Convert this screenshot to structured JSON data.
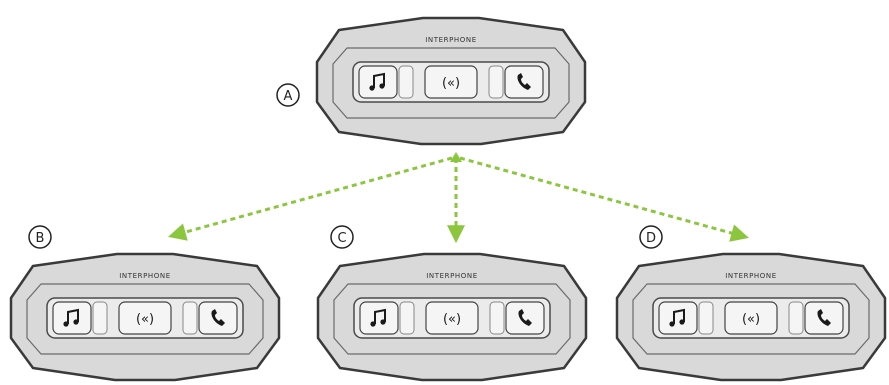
{
  "diagram": {
    "units": [
      {
        "id": "A",
        "label": "A",
        "brand": "INTERPHONE",
        "buttons": [
          "music-icon",
          "intercom-icon",
          "phone-icon"
        ]
      },
      {
        "id": "B",
        "label": "B",
        "brand": "INTERPHONE",
        "buttons": [
          "music-icon",
          "intercom-icon",
          "phone-icon"
        ]
      },
      {
        "id": "C",
        "label": "C",
        "brand": "INTERPHONE",
        "buttons": [
          "music-icon",
          "intercom-icon",
          "phone-icon"
        ]
      },
      {
        "id": "D",
        "label": "D",
        "brand": "INTERPHONE",
        "buttons": [
          "music-icon",
          "intercom-icon",
          "phone-icon"
        ]
      }
    ],
    "connections": [
      {
        "from": "A",
        "to": "B"
      },
      {
        "from": "A",
        "to": "C"
      },
      {
        "from": "A",
        "to": "D"
      }
    ],
    "colors": {
      "connector": "#8cc63f",
      "device_body": "#d9d9d9",
      "device_outline": "#3a3a3a",
      "button_panel": "#ebebeb",
      "label_circle": "#ffffff"
    }
  }
}
